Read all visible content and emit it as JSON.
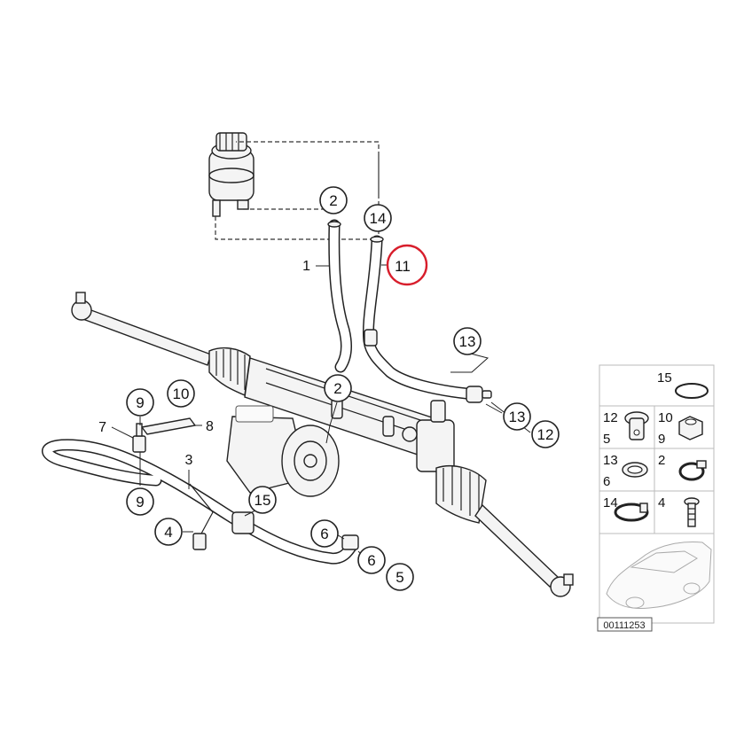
{
  "diagram": {
    "highlight_color": "#d81e2c",
    "highlighted_part": "11",
    "reference_number": "00111253",
    "callouts": {
      "c2_top": "2",
      "c14": "14",
      "c11": "11",
      "c1": "1",
      "c13_top": "13",
      "c2_mid": "2",
      "c9_top": "9",
      "c10": "10",
      "c7": "7",
      "c8": "8",
      "c3": "3",
      "c9_bot": "9",
      "c15": "15",
      "c4": "4",
      "c6_top": "6",
      "c6_bot": "6",
      "c5": "5",
      "c13_right": "13",
      "c12": "12"
    },
    "legend": {
      "t15": [
        "15"
      ],
      "t12_5": [
        "12",
        "5"
      ],
      "t10_9": [
        "10",
        "9"
      ],
      "t13_6": [
        "13",
        "6"
      ],
      "t2": [
        "2"
      ],
      "t14": [
        "14"
      ],
      "t4": [
        "4"
      ]
    }
  }
}
